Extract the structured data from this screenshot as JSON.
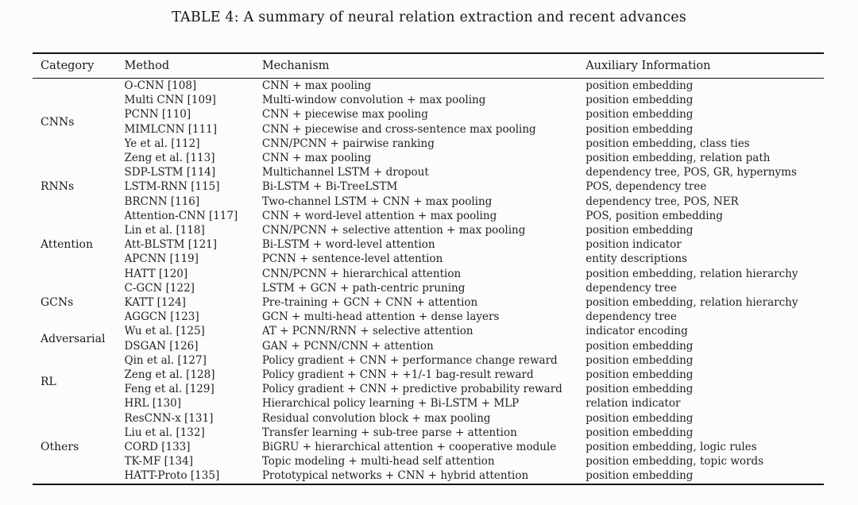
{
  "title": "TABLE 4: A summary of neural relation extraction and recent advances",
  "colors": {
    "background": "#fcfcfb",
    "text": "#1f1f1f",
    "rule": "#121212"
  },
  "table": {
    "headers": [
      "Category",
      "Method",
      "Mechanism",
      "Auxiliary Information"
    ],
    "groups": [
      {
        "category": "CNNs",
        "rows": [
          [
            "O-CNN [108]",
            "CNN + max pooling",
            "position embedding"
          ],
          [
            "Multi CNN [109]",
            "Multi-window convolution + max pooling",
            "position embedding"
          ],
          [
            "PCNN [110]",
            "CNN + piecewise max pooling",
            "position embedding"
          ],
          [
            "MIMLCNN [111]",
            "CNN + piecewise and cross-sentence max pooling",
            "position embedding"
          ],
          [
            "Ye et al. [112]",
            "CNN/PCNN + pairwise ranking",
            "position embedding, class ties"
          ],
          [
            "Zeng et al. [113]",
            "CNN + max pooling",
            "position embedding, relation path"
          ]
        ]
      },
      {
        "category": "RNNs",
        "rows": [
          [
            "SDP-LSTM [114]",
            "Multichannel LSTM + dropout",
            "dependency tree, POS, GR, hypernyms"
          ],
          [
            "LSTM-RNN [115]",
            "Bi-LSTM + Bi-TreeLSTM",
            "POS, dependency tree"
          ],
          [
            "BRCNN [116]",
            "Two-channel LSTM + CNN + max pooling",
            "dependency tree, POS, NER"
          ]
        ]
      },
      {
        "category": "Attention",
        "rows": [
          [
            "Attention-CNN [117]",
            "CNN + word-level attention + max pooling",
            "POS, position embedding"
          ],
          [
            "Lin et al. [118]",
            "CNN/PCNN + selective attention + max pooling",
            "position embedding"
          ],
          [
            "Att-BLSTM [121]",
            "Bi-LSTM + word-level attention",
            "position indicator"
          ],
          [
            "APCNN [119]",
            "PCNN + sentence-level attention",
            "entity descriptions"
          ],
          [
            "HATT [120]",
            "CNN/PCNN + hierarchical attention",
            "position embedding, relation hierarchy"
          ]
        ]
      },
      {
        "category": "GCNs",
        "rows": [
          [
            "C-GCN [122]",
            "LSTM + GCN + path-centric pruning",
            "dependency tree"
          ],
          [
            "KATT [124]",
            "Pre-training + GCN + CNN + attention",
            "position embedding, relation hierarchy"
          ],
          [
            "AGGCN [123]",
            "GCN + multi-head attention + dense layers",
            "dependency tree"
          ]
        ]
      },
      {
        "category": "Adversarial",
        "rows": [
          [
            "Wu et al. [125]",
            "AT + PCNN/RNN + selective attention",
            "indicator encoding"
          ],
          [
            "DSGAN [126]",
            "GAN + PCNN/CNN + attention",
            "position embedding"
          ]
        ]
      },
      {
        "category": "RL",
        "rows": [
          [
            "Qin et al. [127]",
            "Policy gradient + CNN + performance change reward",
            "position embedding"
          ],
          [
            "Zeng et al. [128]",
            "Policy gradient + CNN + +1/-1 bag-result reward",
            "position embedding"
          ],
          [
            "Feng et al. [129]",
            "Policy gradient + CNN + predictive probability reward",
            "position embedding"
          ],
          [
            "HRL [130]",
            "Hierarchical policy learning + Bi-LSTM + MLP",
            "relation indicator"
          ]
        ]
      },
      {
        "category": "Others",
        "rows": [
          [
            "ResCNN-x [131]",
            "Residual convolution block + max pooling",
            "position embedding"
          ],
          [
            "Liu et al. [132]",
            "Transfer learning + sub-tree parse + attention",
            "position embedding"
          ],
          [
            "CORD [133]",
            "BiGRU + hierarchical attention + cooperative module",
            "position embedding, logic rules"
          ],
          [
            "TK-MF [134]",
            "Topic modeling + multi-head self attention",
            "position embedding, topic words"
          ],
          [
            "HATT-Proto [135]",
            "Prototypical networks + CNN + hybrid attention",
            "position embedding"
          ]
        ]
      }
    ]
  }
}
